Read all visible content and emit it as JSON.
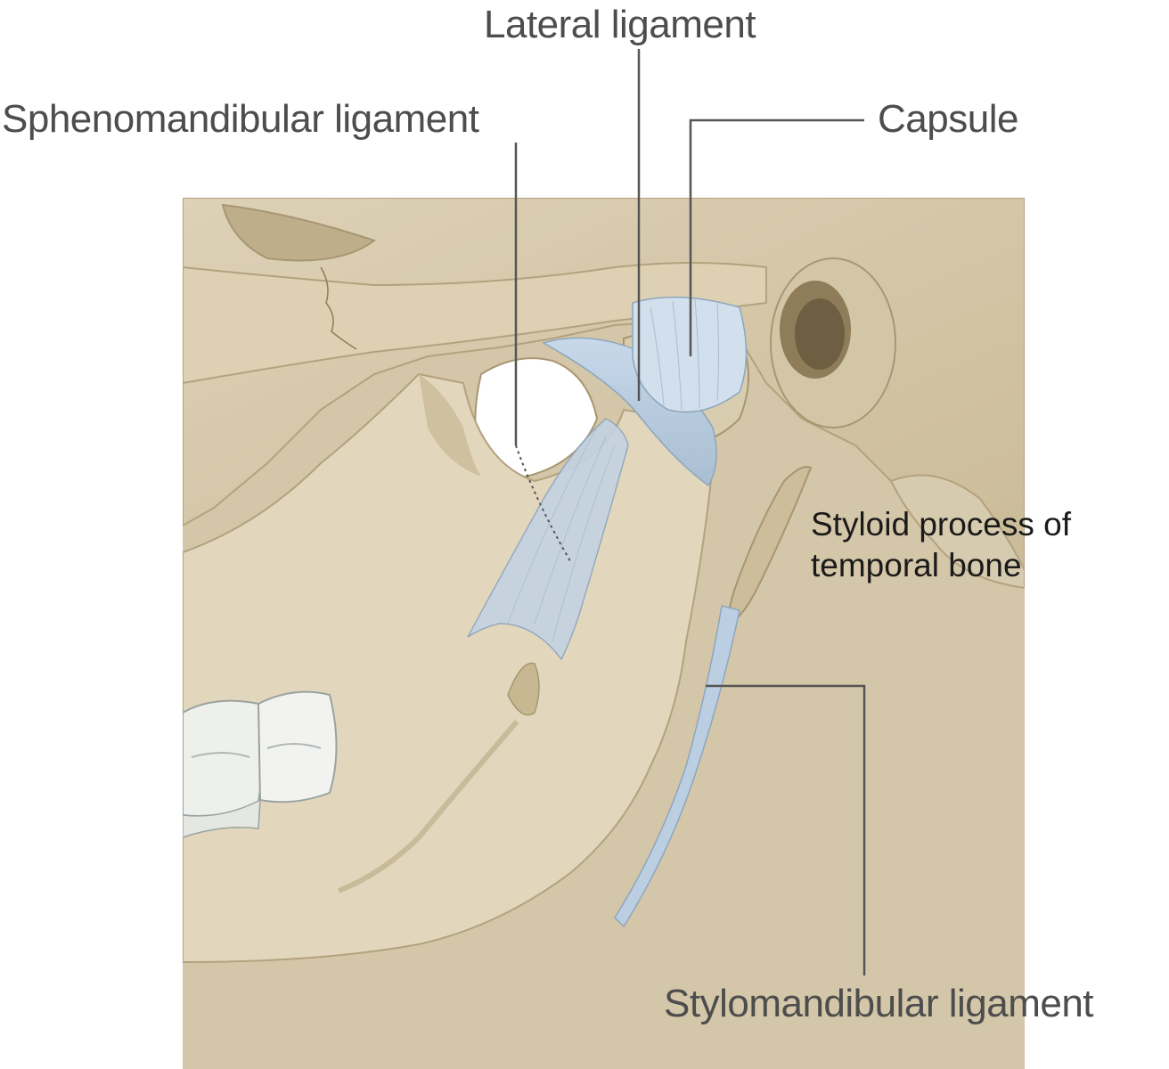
{
  "labels": {
    "lateral_ligament": "Lateral ligament",
    "sphenomandibular_ligament": "Sphenomandibular ligament",
    "capsule": "Capsule",
    "styloid_process": "Styloid process of temporal bone",
    "stylomandibular_ligament": "Stylomandibular ligament"
  },
  "colors": {
    "bone": "#d9ccb0",
    "bone_shadow": "#b9a882",
    "ligament": "#b9cde0",
    "ligament_light": "#d6e2ee",
    "teeth": "#eef0ec",
    "leader": "#555555",
    "label_text": "#4d4d4d"
  }
}
